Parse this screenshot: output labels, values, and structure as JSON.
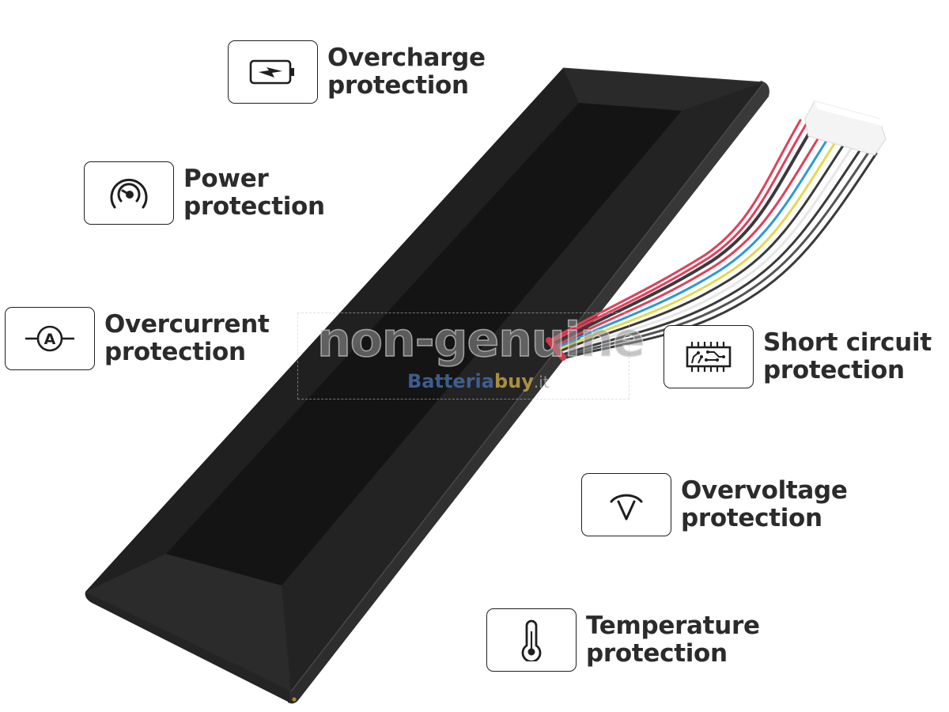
{
  "features": [
    {
      "id": "overcharge",
      "icon": "battery-charge-icon",
      "line1": "Overcharge",
      "line2": "protection"
    },
    {
      "id": "power",
      "icon": "gauge-icon",
      "line1": "Power",
      "line2": "protection"
    },
    {
      "id": "overcurrent",
      "icon": "ammeter-icon",
      "line1": "Overcurrent",
      "line2": "protection"
    },
    {
      "id": "short",
      "icon": "circuit-chip-icon",
      "line1": "Short circuit",
      "line2": "protection"
    },
    {
      "id": "overvoltage",
      "icon": "voltmeter-icon",
      "line1": "Overvoltage",
      "line2": "protection"
    },
    {
      "id": "temperature",
      "icon": "thermometer-icon",
      "line1": "Temperature",
      "line2": "protection"
    }
  ],
  "watermark": {
    "main": "non-genuine",
    "brand_part1": "Batteria",
    "brand_part2": "buy",
    "brand_tld": ".it"
  },
  "colors": {
    "battery_body": "#1e1e1e",
    "battery_bevel": "#2a2a2a",
    "text": "#2b2b2b",
    "icon_border": "#1f1f1f",
    "wire_red": "#e0405a",
    "wire_blue": "#2a9ad8",
    "wire_yellow": "#e8d84a",
    "wire_black": "#3a3a3a",
    "wire_white": "#e6e6e6",
    "connector": "#f4f4f4"
  }
}
